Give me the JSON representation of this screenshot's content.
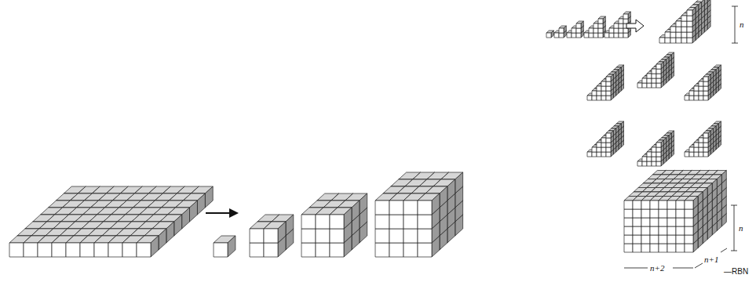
{
  "diagram": {
    "labels": [
      "n",
      "n",
      "n+2",
      "n+1",
      "—RBN"
    ]
  }
}
